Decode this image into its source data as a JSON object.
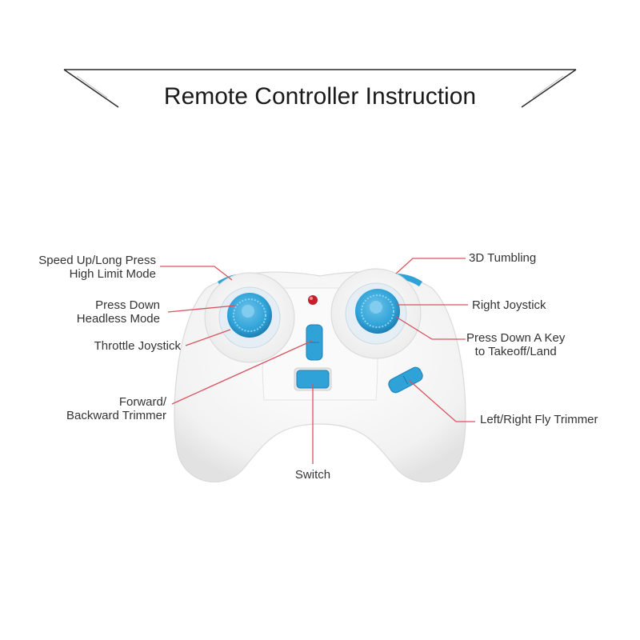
{
  "title": "Remote Controller Instruction",
  "labels": {
    "speed_up": [
      "Speed Up/Long Press",
      "High Limit Mode"
    ],
    "headless": [
      "Press Down",
      "Headless Mode"
    ],
    "throttle": [
      "Throttle Joystick"
    ],
    "fb_trim": [
      "Forward/",
      "Backward Trimmer"
    ],
    "switch": [
      "Switch"
    ],
    "tumbling": [
      "3D Tumbling"
    ],
    "right_joy": [
      "Right Joystick"
    ],
    "takeoff": [
      "Press Down A Key",
      "to Takeoff/Land"
    ],
    "lr_trim": [
      "Left/Right Fly Trimmer"
    ]
  },
  "colors": {
    "leader": "#d9535f",
    "accent": "#2fa3d8",
    "accent_dark": "#1d7fb4",
    "body": "#f7f7f7"
  }
}
